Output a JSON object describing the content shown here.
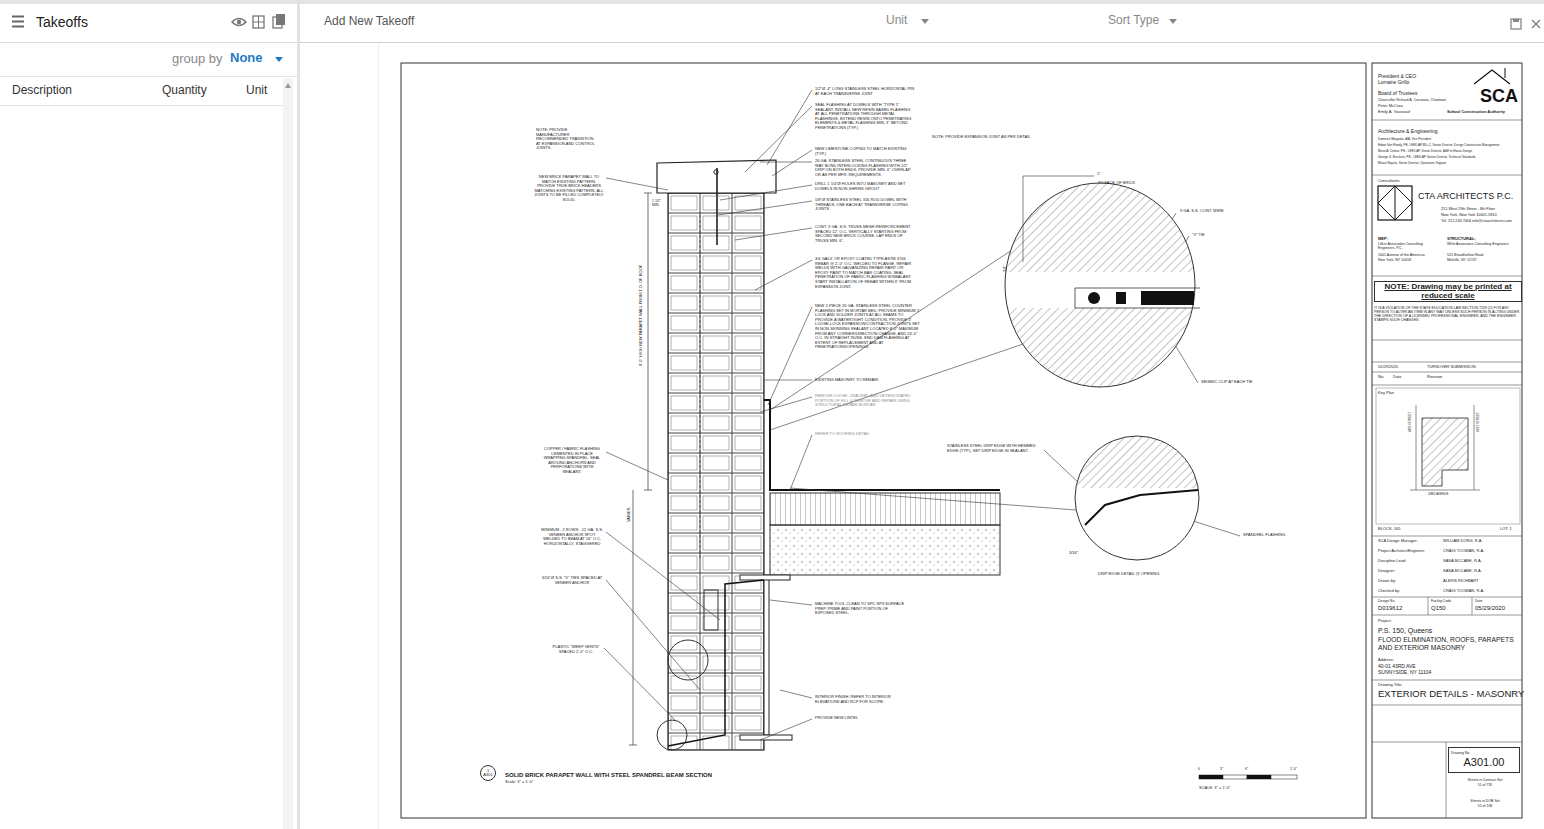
{
  "diagram": {
    "nodes": [
      {
        "text": [
          "NOTE: Drawing may be printed at reduced scale"
        ]
      },
      {
        "text": [
          "Drawing No.",
          "A301.00"
        ]
      },
      {
        "text": [
          "1",
          "A301"
        ]
      }
    ],
    "labels": [
      "Takeoffs",
      "group by",
      "None",
      "Description",
      "Quantity",
      "Unit",
      "Add New Takeoff",
      "Unit",
      "Sort Type",
      "NOTE: PROVIDE MANUFACTURER RECOMMENDED TRANSITION AT EXPANSION AND CONTROL JOINTS.",
      "NEW BRICK PARAPET WALL TO MATCH EXISTING PATTERN. PROVIDE TRUE BRICK HEADERS MATCHING EXISTING PATTERN. ALL JOINTS TO BE FILLED COMPLETELY SOLID.",
      "COPPER / FABRIC FLASHING CEMENTED IN PLACE WRAPPING SPANDREL. SEAL AROUND ANCHORS AND PERFORATIONS WITH SEALANT.",
      "MINIMUM - 2 ROWS - 12 GA. S.S. VENEER ANCHOR SPOT WELDED TO BEAM AT 16\" O.C. HORIZONTALLY, STAGGERED",
      "3/16\"Ø S.S. \"V\" TIES SPACED AT VENEER ANCHOR",
      "PLASTIC \"WEEP VENTS\" SPACED 2'-0\" O.C.",
      "VARIES",
      "8'-0\" HIGH NEW PARAPET WALL FROM T.O. OF ROOF",
      "1 1/2\" MIN.",
      "1/2\"Ø, 4\" LONG STAINLESS STEEL HORIZONTAL PIN AT EACH TRANSVERSE JOINT",
      "SEAL FLASHING AT DOWELS WITH \"TYPE 1\" SEALANT. INSTALL NEW RESIN BASED FLASHING AT ALL PENETRATIONS THROUGH METAL FLASHINGS. EXTEND RESIN ONTO PENETRATING ELEMENTS & METAL FLASHING MIN. 3\" BEYOND PENETRATIONS (TYP.)",
      "NEW LIMESTONE COPING TO MATCH EXISTING (TYP.)",
      "26 GA. STAINLESS STEEL CONTINUOUS THREE WAY BOND INTERLOCKING FLASHING WITH 1/2\" DRIP ON BOTH ENDS. PROVIDE MIN. 6\" OVERLAP OR AS PER MFR. REQUIREMENTS.",
      "DRILL 1 1/4\"Ø HOLES INTO MASONRY AND SET DOWELS IN NON-SHRINK GROUT",
      "5/8\"Ø STAINLESS STEEL 316 ROD DOWEL WITH THREADS, ONE EACH AT TRANSVERSE COPING JOINTS",
      "CONT. 9 GA. S.S. TRUSS-MESH REINFORCEMENT SPACED 12\" O.C. VERTICALLY STARTING FROM SECOND NEW BRICK COURSE. LAP ENDS OF TRUSS MIN. 6\".",
      "3/4 GALV. OR EPOXY COATED TYPE ASTM 3706 REBAR @ 2'-0\" O.C. WELDED TO FLANGE. REPAIR WELDS WITH GALVANIZING REPAIR PAINT OR EPOXY PAINT TO MATCH BAR COATING. SEAL PENETRATION OF FABRIC FLASHING W/SEALANT. START INSTALLATION OF REBAR WITHIN 6\" FROM EXPANSION JOINT.",
      "NEW 2-PIECE 26 GA. STAINLESS STEEL COUNTER FLASHING SET IN MORTAR BED. PROVIDE MINIMUM 1\" LOCK AND SOLDER JOINTS AT ALL SEAMS TO PROVIDE A WATERTIGHT CONDITION. PROVIDE 3\" LOOSE-LOCK EXPANSION/CONTRACTION JOINTS SET IN NON-SKINNING SEALANT LOCATED 8'-0\" MAXIMUM FROM ANY CORNER/DIRECTION CHANGE, AND 24'-0\" O.C. IN STRAIGHT RUNS. END DAM FLASHING AT EXTENT OF REPLACEMENT AND AT PENETRATIONS/OPENINGS.",
      "EXISTING MASONRY TO REMAIN",
      "REMOVE LOOSE, CRACKED AND DETERIORATED PORTION OF FILL & REMOVE AND REPAIR USING STRUCTURAL REPAIR MORTAR",
      "REFER TO ROOFING DETAIL",
      "MACHINE TOOL CLEAN TO SPC SP3 SURFACE PREP. PRIME AND PAINT PORTION OF EXPOSED STEEL.",
      "INTERIOR FINISH. REFER TO INTERIOR ELEVATIONS AND RCP FOR SCOPE.",
      "PROVIDE NEW LINTEL",
      "NOTE: PROVIDE EXPANSION JOINT AS PER DETAIL",
      "1\"",
      "TO FACE OF BRICK",
      "9 GA. S.S. CONT. WIRE",
      "\"V\" TIE",
      "3/4\"",
      "SEISMIC CLIP AT EACH TIE",
      "STAINLESS STEEL DRIP EDGE WITH HEMMED EDGE (TYP.), SET DRIP EDGE IN SEALANT.",
      "SPANDREL FLASHING",
      "3/16\"",
      "DRIP EDGE DETAIL @ OPENING",
      "SOLID BRICK PARAPET WALL WITH STEEL SPANDREL BEAM SECTION",
      "Scale: 3\" = 1'-0\"",
      "0",
      "3\"",
      "6\"",
      "1'-0\"",
      "SCALE: 3\" = 1'-0\"",
      "President & CEO",
      "Lorraine Grillo",
      "Board of Trustees",
      "Chancellor Richard A. Carranza, Chairman",
      "Peter McCrea",
      "Emily A. Youssouf",
      "SCA",
      "School Construction Authority",
      "Architecture & Engineering",
      "Dominick Margiotta, AIA, Vice President",
      "Edwin Van Flandy, P.E. LEED AP BD+C, Senior Director, Design Construction Management",
      "Mario A. Cimino, P.E., LEED AP, Senior Director, A&E In-House Design",
      "George G. Bruckner, P.E., LEED AP, Senior Director, Technical Standards",
      "Bharat Bajaria, Senior Director, Operations Support",
      "Consultants:",
      "CTA ARCHITECTS P.C.",
      "251 West 29th Street - 8th Floor",
      "New York, New York 10001-5810",
      "Tel. 212.243.7404 info@ctaarchitects.com",
      "MEP:",
      "Lilker Associates Consulting Engineers, P.C.",
      "1001 Avenue of the Americas",
      "New York, NY 10018",
      "STRUCTURAL:",
      "Whitt Associates Consulting Engineers",
      "515 Broadhollow Road",
      "Melville, NY 11747",
      "IT IS A VIOLATION OF THE STATE EDUCATION LAW SECTION 7209 (2) FOR ANY PERSON TO ALTER AN ITEM IN ANY WAY UNLESS SUCH PERSON IS ACTING UNDER THE DIRECTION OF A LICENSED PROFESSIONAL ENGINEER, AND THE ENGINEER STAMPS SUCH CHANGES.",
      "05/29/2020",
      "TURNOVER SUBMISSION",
      "No.",
      "Date",
      "Revision",
      "Key Plan",
      "43RD AVENUE",
      "48TH STREET",
      "41ST STREET",
      "BLOCK: 165",
      "LOT: 1",
      "SCA Design Manager:",
      "WILLIAM DONG, R.A.",
      "Project Architect/Engineer:",
      "CRAIG TOOMAN, R.A.",
      "Discipline Lead:",
      "SASA MCCABE, R.A.",
      "Designer:",
      "SASA MCCABE, R.A.",
      "Drawn by:",
      "ALEXIS RICHBART",
      "Checked by:",
      "CRAIG TOOMAN, R.A.",
      "Design No.",
      "D019612",
      "Facility Code",
      "Q150",
      "Date",
      "05/29/2020",
      "Project:",
      "P.S. 150, Queens",
      "FLOOD ELIMINATION, ROOFS, PARAPETS AND EXTERIOR MASONRY",
      "Address:",
      "40-01 43RD AVE",
      "SUNNYSIDE, NY 11104",
      "Drawing Title:",
      "EXTERIOR DETAILS - MASONRY",
      "Sheets in Contract Set",
      "51 of 735",
      "Sheets in DOB Set",
      "51 of 108"
    ]
  }
}
